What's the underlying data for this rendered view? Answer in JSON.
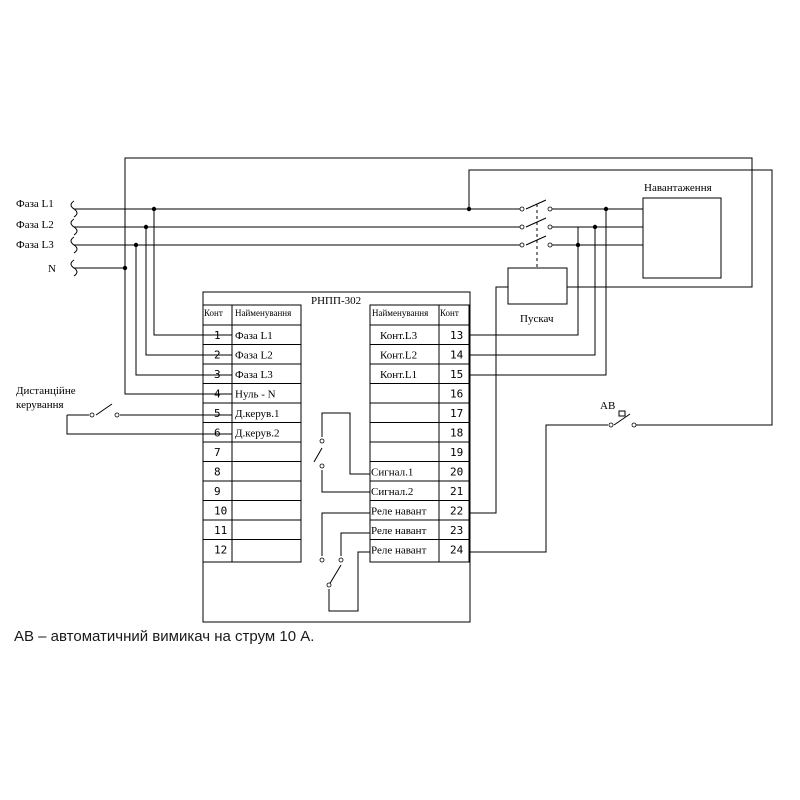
{
  "inputs": {
    "phase_l1": "Фаза L1",
    "phase_l2": "Фаза L2",
    "phase_l3": "Фаза L3",
    "neutral": "N"
  },
  "remote_control": [
    "Дистанційне",
    "керування"
  ],
  "load_label": "Навантаження",
  "starter_label": "Пускач",
  "breaker_label": "АВ",
  "device": {
    "title": "РНПП-302",
    "left_header": {
      "contact": "Конт",
      "name": "Найменування"
    },
    "right_header": {
      "name": "Найменування",
      "contact": "Конт"
    },
    "left_rows": [
      {
        "num": "1",
        "name": "Фаза L1"
      },
      {
        "num": "2",
        "name": "Фаза L2"
      },
      {
        "num": "3",
        "name": "Фаза L3"
      },
      {
        "num": "4",
        "name": "Нуль - N"
      },
      {
        "num": "5",
        "name": "Д.керув.1"
      },
      {
        "num": "6",
        "name": "Д.керув.2"
      },
      {
        "num": "7",
        "name": ""
      },
      {
        "num": "8",
        "name": ""
      },
      {
        "num": "9",
        "name": ""
      },
      {
        "num": "10",
        "name": ""
      },
      {
        "num": "11",
        "name": ""
      },
      {
        "num": "12",
        "name": ""
      }
    ],
    "right_rows": [
      {
        "num": "13",
        "name": "Конт.L3"
      },
      {
        "num": "14",
        "name": "Конт.L2"
      },
      {
        "num": "15",
        "name": "Конт.L1"
      },
      {
        "num": "16",
        "name": ""
      },
      {
        "num": "17",
        "name": ""
      },
      {
        "num": "18",
        "name": ""
      },
      {
        "num": "19",
        "name": ""
      },
      {
        "num": "20",
        "name": "Сигнал.1"
      },
      {
        "num": "21",
        "name": "Сигнал.2"
      },
      {
        "num": "22",
        "name": "Реле навант"
      },
      {
        "num": "23",
        "name": "Реле навант"
      },
      {
        "num": "24",
        "name": "Реле навант"
      }
    ]
  },
  "caption": "АВ – автоматичний вимикач на струм 10 А."
}
